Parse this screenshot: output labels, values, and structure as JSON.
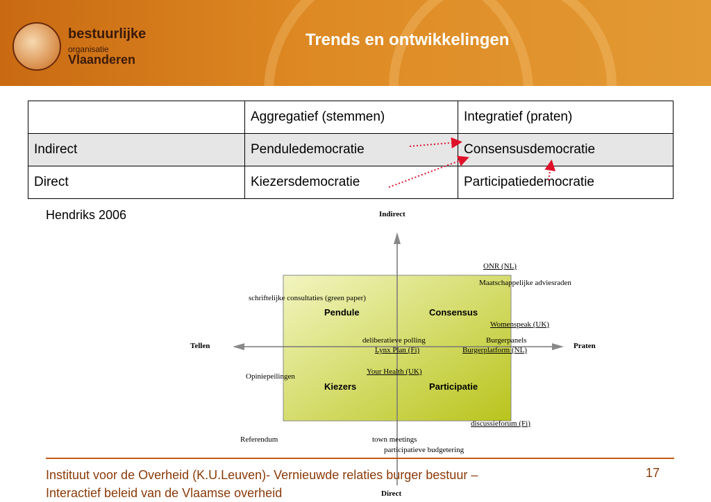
{
  "header": {
    "title": "Trends en ontwikkelingen",
    "logo": {
      "line1": "bestuurlijke",
      "line2": "organisatie",
      "line3": "Vlaanderen"
    }
  },
  "table": {
    "rows": [
      [
        "",
        "Aggregatief (stemmen)",
        "Integratief (praten)"
      ],
      [
        "Indirect",
        "Penduledemocratie",
        "Consensusdemocratie"
      ],
      [
        "Direct",
        "Kiezersdemocratie",
        "Participatiedemocratie"
      ]
    ]
  },
  "reference": "Hendriks 2006",
  "diagram": {
    "axis_top": "Indirect",
    "axis_bottom": "Direct",
    "axis_left": "Tellen",
    "axis_right": "Praten",
    "quadrants": {
      "top_left": "Pendule",
      "top_right": "Consensus",
      "bottom_left": "Kiezers",
      "bottom_right": "Participatie"
    },
    "items": {
      "onr": "ONR (NL)",
      "advies": "Maatschappelijke adviesraden",
      "schrift": "schriftelijke consultaties (green paper)",
      "women": "Womenspeak (UK)",
      "delib": "deliberatieve polling",
      "lynx": "Lynx Plan (Fi)",
      "panels": "Burgerpanels",
      "platform": "Burgerplatform (NL)",
      "health": "Your Health (UK)",
      "opinie": "Opiniepeilingen",
      "forum": "discussieforum (Fi)",
      "referendum": "Referendum",
      "town": "town meetings",
      "budget": "participatieve budgetering"
    }
  },
  "footer": {
    "line1": "Instituut voor de Overheid (K.U.Leuven)- Vernieuwde relaties burger bestuur –",
    "line2": "Interactief beleid van de Vlaamse overheid",
    "page": "17"
  },
  "colors": {
    "header": "#de8a24",
    "footer_text": "#8a3a08",
    "arrows": "#e0102a",
    "box": "#d9e35a"
  }
}
